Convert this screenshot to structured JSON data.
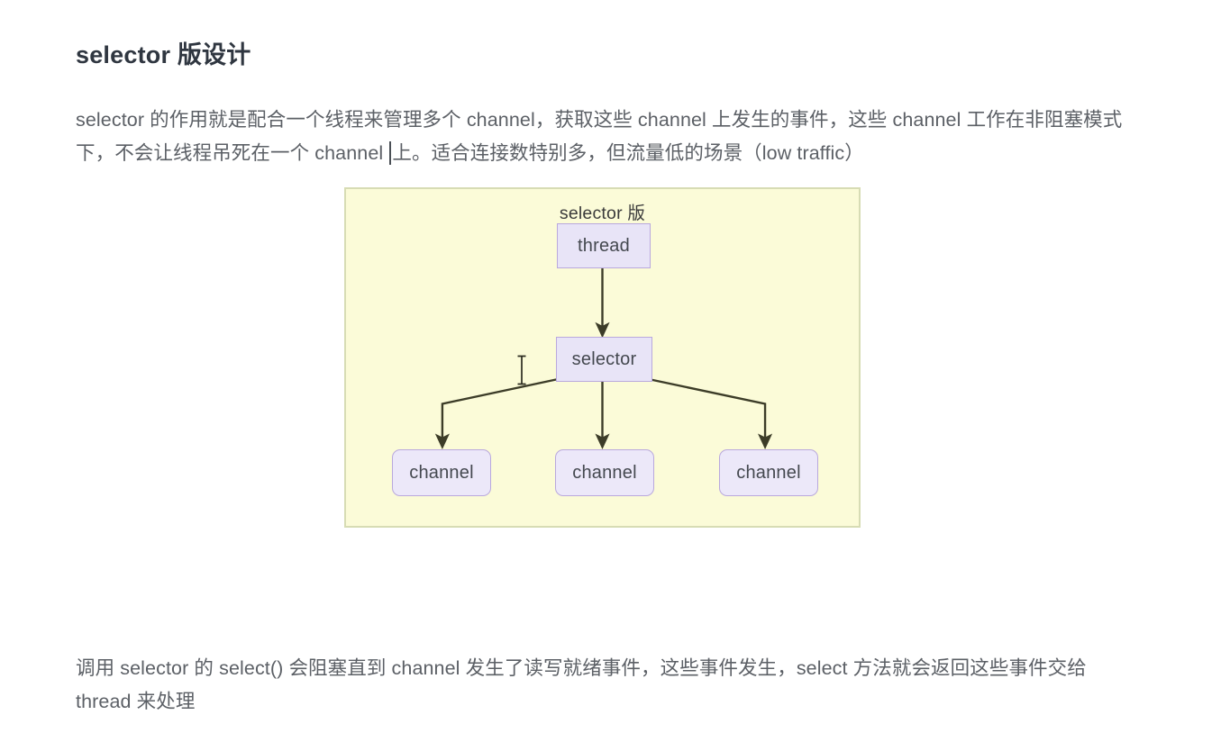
{
  "document": {
    "heading": "selector 版设计",
    "paragraph_top_part1": "selector 的作用就是配合一个线程来管理多个 channel，获取这些 channel 上发生的事件，这些 channel 工作在非阻塞模式下，不会让线程吊死在一个 channel ",
    "paragraph_top_part2": "上。适合连接数特别多，但流量低的场景（low traffic）",
    "paragraph_bottom": "调用 selector 的 select() 会阻塞直到 channel 发生了读写就绪事件，这些事件发生，select 方法就会返回这些事件交给 thread 来处理"
  },
  "diagram": {
    "title": "selector 版",
    "background_color": "#fbfbd8",
    "border_color": "#d7dcb4",
    "node_fill_color": "#e8e4f7",
    "node_border_color": "#b9a8dd",
    "edge_color": "#3c3c28",
    "nodes": {
      "thread": "thread",
      "selector": "selector",
      "channel_1": "channel",
      "channel_2": "channel",
      "channel_3": "channel"
    }
  },
  "cursor": {
    "type": "text-ibeam"
  }
}
